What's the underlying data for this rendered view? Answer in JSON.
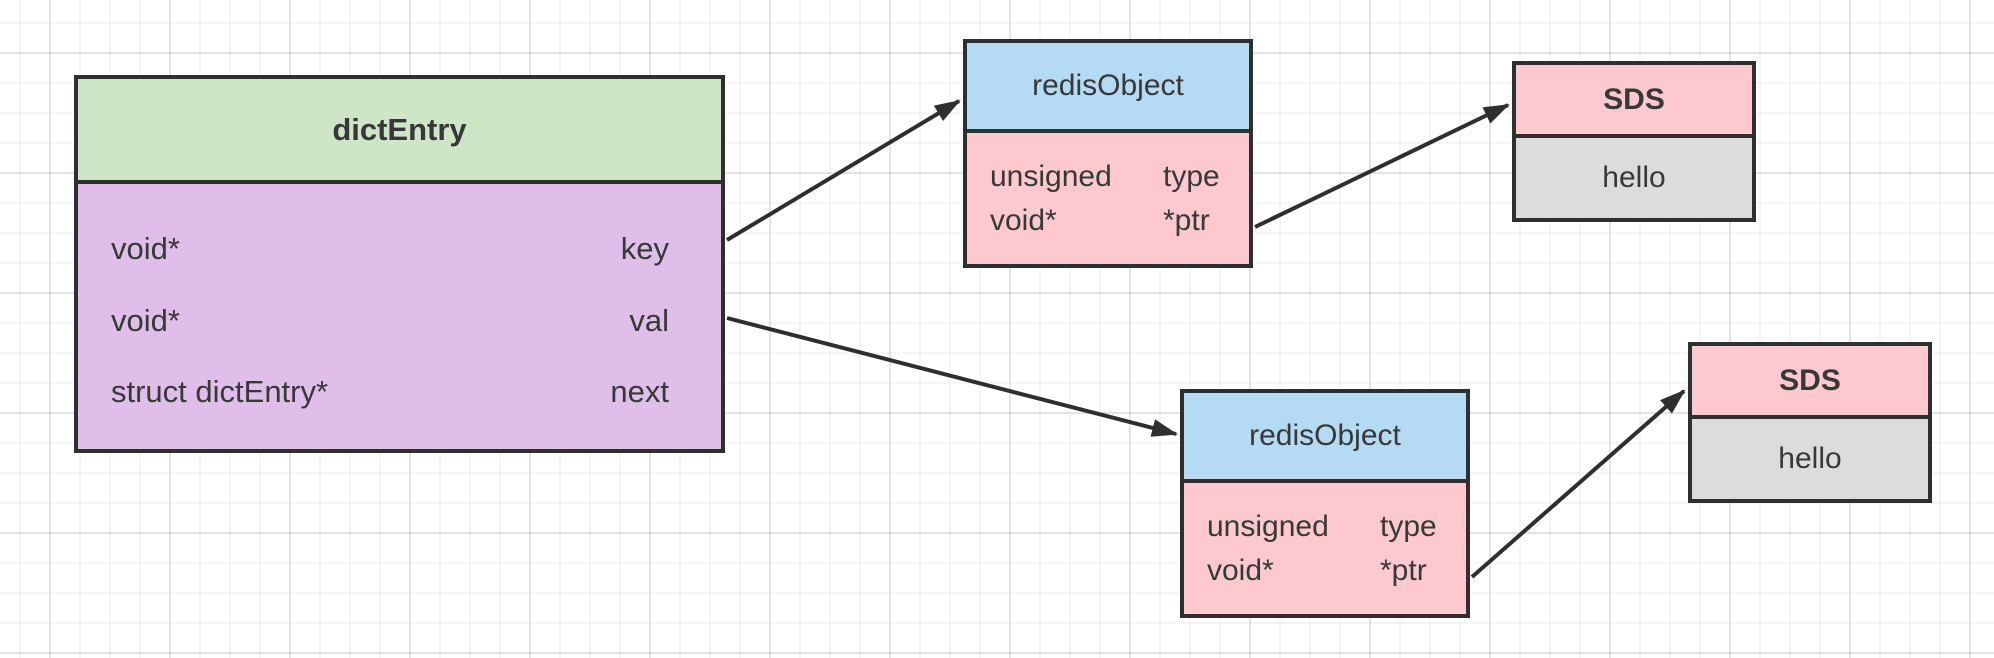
{
  "canvas": {
    "colors": {
      "border": "#2f2f2f",
      "arrow": "#2f2f2f",
      "dict_header_green": "#cde6c5",
      "dict_body_purple": "#dfbfe9",
      "redis_header_blue": "#b5daf3",
      "redis_body_pink": "#fdc8ce",
      "sds_header_pink": "#fdc8ce",
      "sds_body_gray": "#dcdcdc",
      "text": "#383838",
      "background": "#ffffff"
    }
  },
  "dictEntry": {
    "title": "dictEntry",
    "fields": [
      {
        "type": "void*",
        "name": "key"
      },
      {
        "type": "void*",
        "name": "val"
      },
      {
        "type": "struct dictEntry*",
        "name": "next"
      }
    ]
  },
  "redisObjects": [
    {
      "title": "redisObject",
      "fields": [
        {
          "type": "unsigned",
          "name": "type"
        },
        {
          "type": "void*",
          "name": "*ptr"
        }
      ]
    },
    {
      "title": "redisObject",
      "fields": [
        {
          "type": "unsigned",
          "name": "type"
        },
        {
          "type": "void*",
          "name": "*ptr"
        }
      ]
    }
  ],
  "sdsNodes": [
    {
      "title": "SDS",
      "value": "hello"
    },
    {
      "title": "SDS",
      "value": "hello"
    }
  ],
  "edges": [
    {
      "from": "dictEntry.key",
      "to": "redisObject-top"
    },
    {
      "from": "dictEntry.val",
      "to": "redisObject-bottom"
    },
    {
      "from": "redisObject-top.ptr",
      "to": "sds-top"
    },
    {
      "from": "redisObject-bottom.ptr",
      "to": "sds-bottom"
    }
  ]
}
